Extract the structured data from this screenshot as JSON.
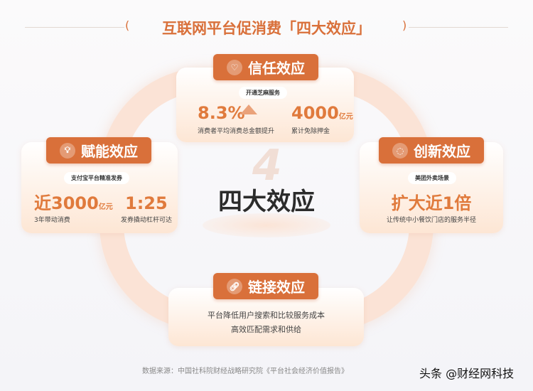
{
  "title": "互联网平台促消费「四大效应」",
  "center_label": "四大效应",
  "center_watermark": "4",
  "effects": {
    "trust": {
      "label": "信任效应",
      "icon": "heart-icon",
      "tag": "开通芝麻服务",
      "stat1": {
        "value": "8.3%",
        "trend": "up",
        "desc": "消费者平均消费总金额提升"
      },
      "stat2": {
        "value": "4000",
        "unit": "亿元",
        "desc": "累计免除押金"
      }
    },
    "empower": {
      "label": "赋能效应",
      "icon": "lightbulb-icon",
      "tag": "支付宝平台精准发券",
      "stat1": {
        "value": "近3000",
        "unit": "亿元",
        "desc": "3年带动消费"
      },
      "stat2": {
        "value": "1:25",
        "desc": "发券撬动杠杆可达"
      }
    },
    "innovate": {
      "label": "创新效应",
      "icon": "badge-icon",
      "tag": "美团外卖场景",
      "stat1": {
        "value": "扩大近1倍",
        "desc": "让传统中小餐饮门店的服务半径"
      }
    },
    "link": {
      "label": "链接效应",
      "icon": "link-icon",
      "line1": "平台降低用户搜索和比较服务成本",
      "line2": "高效匹配需求和供给"
    }
  },
  "source": "数据来源：中国社科院财经战略研究院《平台社会经济价值报告》",
  "watermark": "头条 @财经网科技",
  "colors": {
    "accent": "#d9703a",
    "text_orange": "#e07a3c"
  }
}
